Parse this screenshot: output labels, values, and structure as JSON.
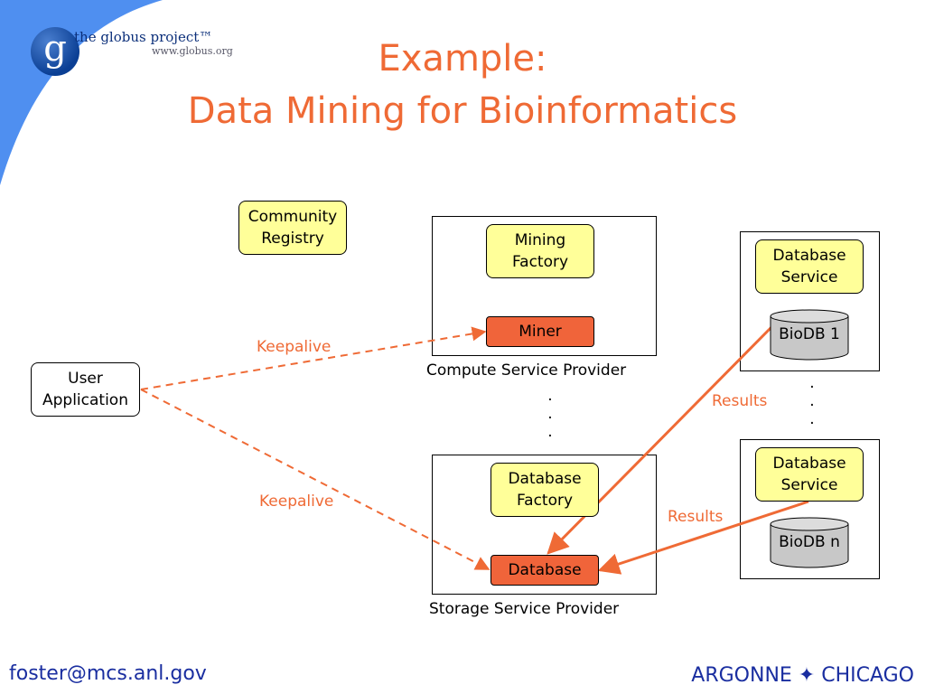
{
  "slide": {
    "title_line1": "Example:",
    "title_line2": "Data Mining for Bioinformatics"
  },
  "logo": {
    "mark": "g",
    "name": "the globus project™",
    "url": "www.globus.org"
  },
  "nodes": {
    "community_registry": "Community\nRegistry",
    "mining_factory": "Mining\nFactory",
    "miner": "Miner",
    "user_application": "User\nApplication",
    "database_factory": "Database\nFactory",
    "database": "Database",
    "database_service_1": "Database\nService",
    "database_service_n": "Database\nService",
    "biodb_1": "BioDB 1",
    "biodb_n": "BioDB n"
  },
  "captions": {
    "compute_provider": "Compute Service Provider",
    "storage_provider": "Storage Service Provider"
  },
  "edge_labels": {
    "keepalive_top": "Keepalive",
    "keepalive_bottom": "Keepalive",
    "results_top": "Results",
    "results_bottom": "Results"
  },
  "ellipsis": {
    "center": ".\n.\n.",
    "right": ".\n.\n."
  },
  "footer": {
    "email": "foster@mcs.anl.gov",
    "affiliation": "ARGONNE ✦ CHICAGO"
  },
  "colors": {
    "accent_orange": "#ef6a35",
    "node_yellow": "#ffff99",
    "node_orange": "#f0643a",
    "footer_blue": "#1a2ea0",
    "corner_blue": "#4f8ff0"
  }
}
